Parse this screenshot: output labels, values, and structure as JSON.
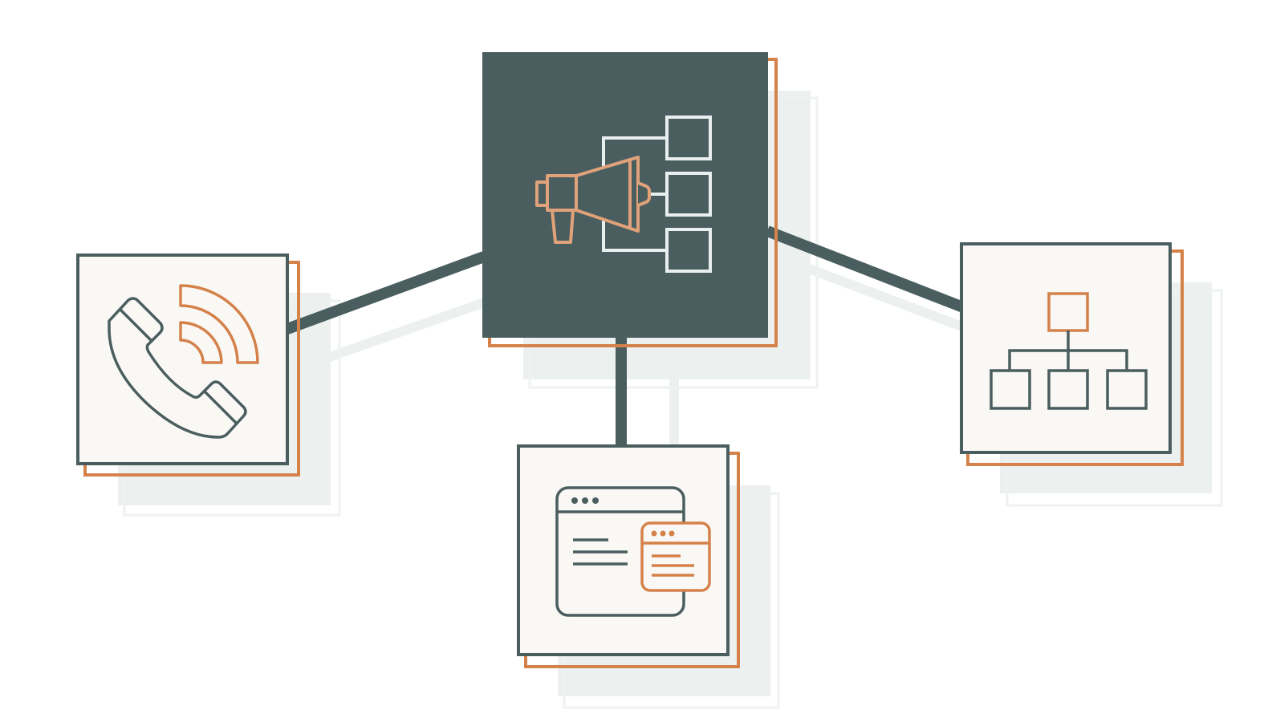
{
  "colors": {
    "dark": "#4b5e5f",
    "accent": "#d4814a",
    "accent_light": "#e0a27a",
    "card_fill": "#faf8f5",
    "shadow": "#ecf1f0",
    "hierarchy_stroke": "#e9eeee"
  },
  "nodes": [
    {
      "id": "center",
      "icon": "megaphone-hierarchy-icon",
      "style": "dark-filled"
    },
    {
      "id": "left",
      "icon": "phone-call-icon",
      "style": "light"
    },
    {
      "id": "bottom",
      "icon": "browser-windows-icon",
      "style": "light"
    },
    {
      "id": "right",
      "icon": "org-chart-icon",
      "style": "light"
    }
  ],
  "connections": [
    {
      "from": "center",
      "to": "left"
    },
    {
      "from": "center",
      "to": "bottom"
    },
    {
      "from": "center",
      "to": "right"
    }
  ]
}
